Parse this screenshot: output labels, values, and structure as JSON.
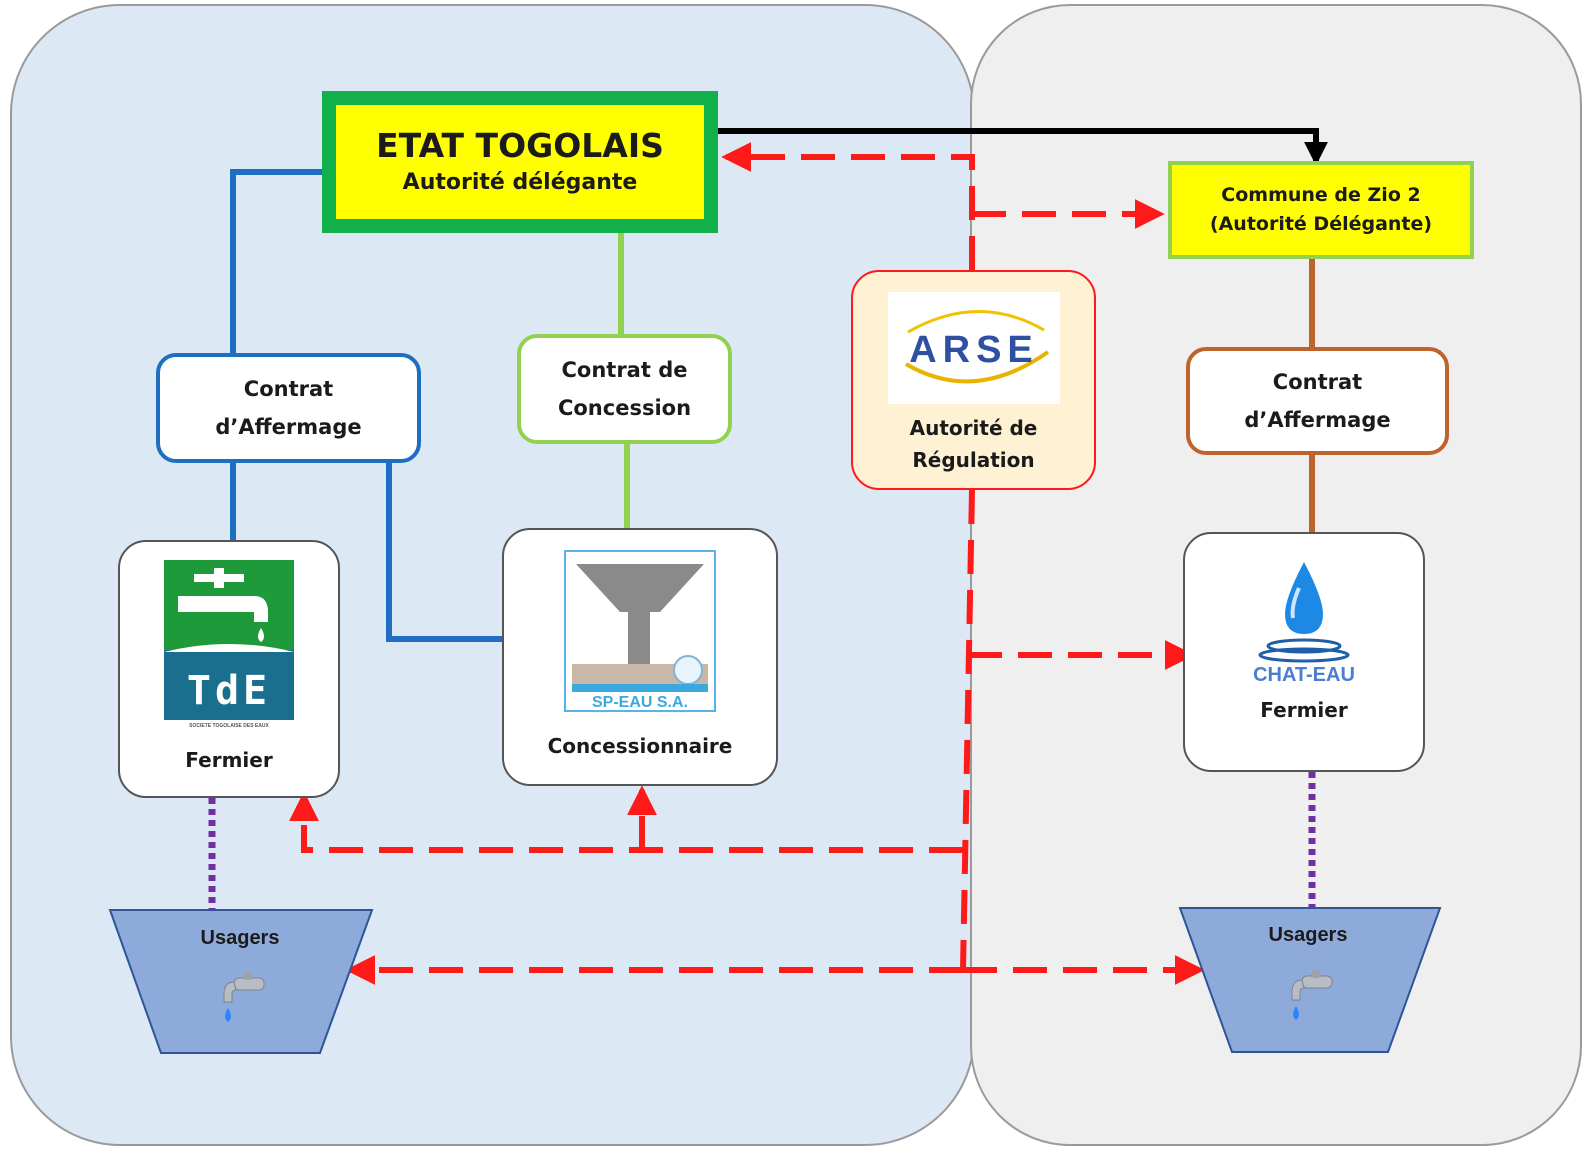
{
  "etat": {
    "title": "ETAT TOGOLAIS",
    "subtitle": "Autorité délégante"
  },
  "commune": {
    "line1": "Commune de Zio 2",
    "line2": "(Autorité Délégante)"
  },
  "contracts": {
    "affermage_left": {
      "line1": "Contrat",
      "line2": "d’Affermage"
    },
    "concession": {
      "line1": "Contrat de",
      "line2": "Concession"
    },
    "affermage_right": {
      "line1": "Contrat",
      "line2": "d’Affermage"
    }
  },
  "regulator": {
    "logo_text": "ARSE",
    "line1": "Autorité de",
    "line2": "Régulation"
  },
  "actors": {
    "tde": {
      "logo_text": "TdE",
      "logo_tagline": "SOCIETE TOGOLAISE DES EAUX",
      "role": "Fermier"
    },
    "speau": {
      "logo_text": "SP-EAU S.A.",
      "role": "Concessionnaire"
    },
    "chateau": {
      "logo_text": "CHAT-EAU",
      "role": "Fermier"
    }
  },
  "usagers": {
    "left_label": "Usagers",
    "right_label": "Usagers"
  },
  "colors": {
    "left_panel": "#dde8f5",
    "right_panel": "#efefef",
    "etat_fill": "#ffff00",
    "etat_border": "#12b04b",
    "affermage_blue": "#1e6fc2",
    "concession_green": "#92d050",
    "affermage_brown": "#c0622d",
    "regulation_red": "#ff1a1a",
    "usager_purple": "#7030a0",
    "usager_fill": "#8eaadb"
  }
}
